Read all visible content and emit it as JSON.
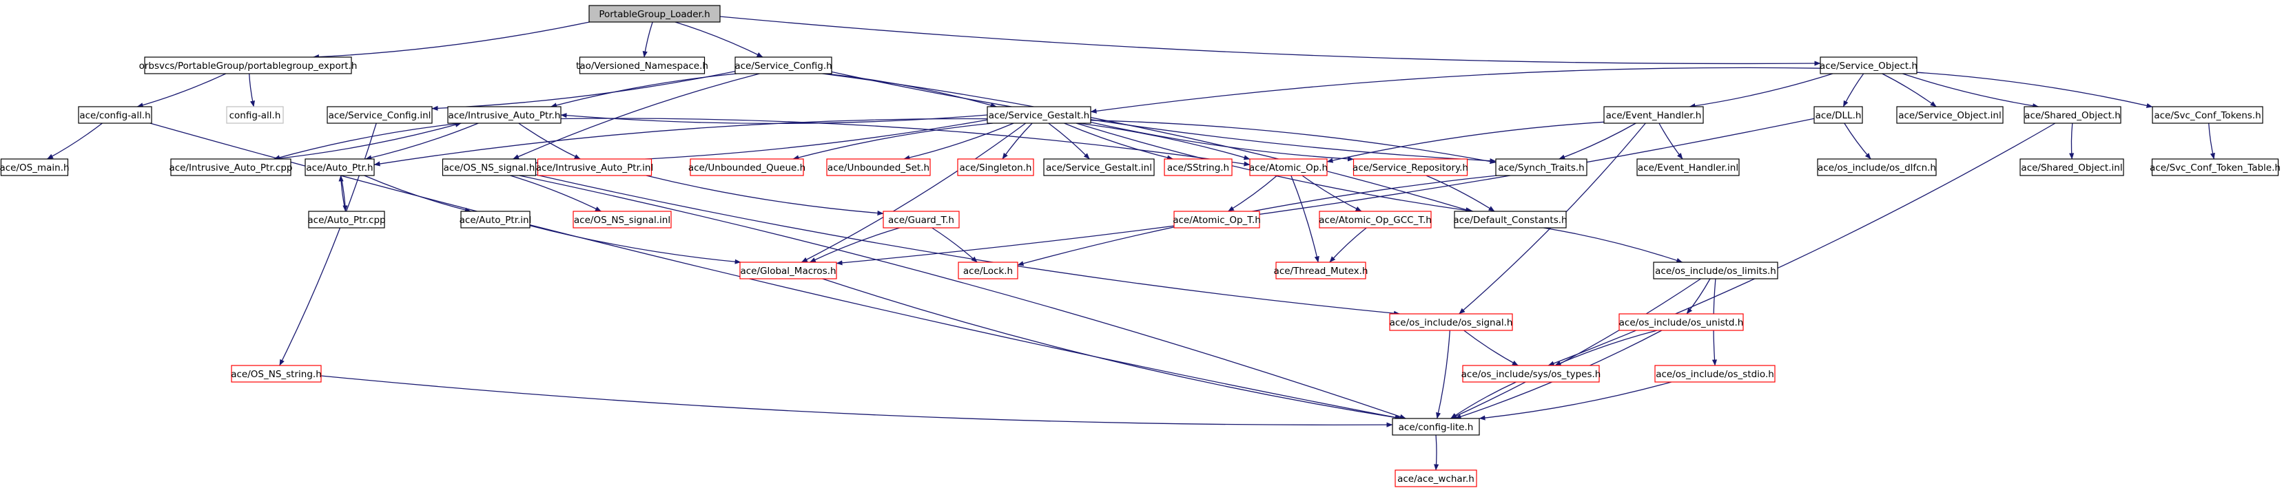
{
  "colors": {
    "edge": "#191970",
    "root_fill": "#bfbfbf",
    "border_normal": "#000000",
    "border_red": "#ff0000",
    "border_missing": "#bfbfbf",
    "text_missing": "#7f7f7f"
  },
  "nodes": {
    "root": {
      "label": "PortableGroup_Loader.h",
      "style": "root"
    },
    "pg_export": {
      "label": "orbsvcs/PortableGroup/portablegroup_export.h",
      "style": "normal"
    },
    "versioned_ns": {
      "label": "tao/Versioned_Namespace.h",
      "style": "normal"
    },
    "service_config_h": {
      "label": "ace/Service_Config.h",
      "style": "normal"
    },
    "service_object_h": {
      "label": "ace/Service_Object.h",
      "style": "normal"
    },
    "config_all_h": {
      "label": "ace/config-all.h",
      "style": "normal"
    },
    "config_all_h2": {
      "label": "config-all.h",
      "style": "missing"
    },
    "service_config_inl": {
      "label": "ace/Service_Config.inl",
      "style": "normal"
    },
    "intrusive_auto_ptr_h": {
      "label": "ace/Intrusive_Auto_Ptr.h",
      "style": "normal"
    },
    "service_gestalt_h": {
      "label": "ace/Service_Gestalt.h",
      "style": "normal"
    },
    "event_handler_h": {
      "label": "ace/Event_Handler.h",
      "style": "normal"
    },
    "dll_h": {
      "label": "ace/DLL.h",
      "style": "normal"
    },
    "service_object_inl": {
      "label": "ace/Service_Object.inl",
      "style": "normal"
    },
    "shared_object_h": {
      "label": "ace/Shared_Object.h",
      "style": "normal"
    },
    "svc_conf_tokens_h": {
      "label": "ace/Svc_Conf_Tokens.h",
      "style": "normal"
    },
    "os_main_h": {
      "label": "ace/OS_main.h",
      "style": "normal"
    },
    "intrusive_auto_ptr_cpp": {
      "label": "ace/Intrusive_Auto_Ptr.cpp",
      "style": "normal"
    },
    "auto_ptr_h": {
      "label": "ace/Auto_Ptr.h",
      "style": "normal"
    },
    "os_ns_signal_h": {
      "label": "ace/OS_NS_signal.h",
      "style": "normal"
    },
    "intrusive_auto_ptr_inl": {
      "label": "ace/Intrusive_Auto_Ptr.inl",
      "style": "red"
    },
    "unbounded_queue_h": {
      "label": "ace/Unbounded_Queue.h",
      "style": "red"
    },
    "unbounded_set_h": {
      "label": "ace/Unbounded_Set.h",
      "style": "red"
    },
    "singleton_h": {
      "label": "ace/Singleton.h",
      "style": "red"
    },
    "service_gestalt_inl": {
      "label": "ace/Service_Gestalt.inl",
      "style": "normal"
    },
    "sstring_h": {
      "label": "ace/SString.h",
      "style": "red"
    },
    "atomic_op_h": {
      "label": "ace/Atomic_Op.h",
      "style": "red"
    },
    "service_repository_h": {
      "label": "ace/Service_Repository.h",
      "style": "red"
    },
    "synch_traits_h": {
      "label": "ace/Synch_Traits.h",
      "style": "normal"
    },
    "event_handler_inl": {
      "label": "ace/Event_Handler.inl",
      "style": "normal"
    },
    "os_dlfcn_h": {
      "label": "ace/os_include/os_dlfcn.h",
      "style": "normal"
    },
    "shared_object_inl": {
      "label": "ace/Shared_Object.inl",
      "style": "normal"
    },
    "svc_conf_token_table_h": {
      "label": "ace/Svc_Conf_Token_Table.h",
      "style": "normal"
    },
    "auto_ptr_cpp": {
      "label": "ace/Auto_Ptr.cpp",
      "style": "normal"
    },
    "auto_ptr_inl": {
      "label": "ace/Auto_Ptr.inl",
      "style": "normal"
    },
    "os_ns_signal_inl": {
      "label": "ace/OS_NS_signal.inl",
      "style": "red"
    },
    "guard_t_h": {
      "label": "ace/Guard_T.h",
      "style": "red"
    },
    "atomic_op_t_h": {
      "label": "ace/Atomic_Op_T.h",
      "style": "red"
    },
    "atomic_op_gcc_t_h": {
      "label": "ace/Atomic_Op_GCC_T.h",
      "style": "red"
    },
    "default_constants_h": {
      "label": "ace/Default_Constants.h",
      "style": "normal"
    },
    "global_macros_h": {
      "label": "ace/Global_Macros.h",
      "style": "red"
    },
    "lock_h": {
      "label": "ace/Lock.h",
      "style": "red"
    },
    "thread_mutex_h": {
      "label": "ace/Thread_Mutex.h",
      "style": "red"
    },
    "os_limits_h": {
      "label": "ace/os_include/os_limits.h",
      "style": "normal"
    },
    "os_unistd_h": {
      "label": "ace/os_include/os_unistd.h",
      "style": "red"
    },
    "os_signal_h": {
      "label": "ace/os_include/os_signal.h",
      "style": "red"
    },
    "os_types_h": {
      "label": "ace/os_include/sys/os_types.h",
      "style": "red"
    },
    "os_stdio_h": {
      "label": "ace/os_include/os_stdio.h",
      "style": "red"
    },
    "os_ns_string_h": {
      "label": "ace/OS_NS_string.h",
      "style": "red"
    },
    "config_lite_h": {
      "label": "ace/config-lite.h",
      "style": "normal"
    },
    "ace_wchar_h": {
      "label": "ace/ace_wchar.h",
      "style": "red"
    }
  },
  "edges": [
    [
      "root",
      "pg_export"
    ],
    [
      "root",
      "versioned_ns"
    ],
    [
      "root",
      "service_config_h"
    ],
    [
      "root",
      "service_object_h"
    ],
    [
      "pg_export",
      "config_all_h"
    ],
    [
      "pg_export",
      "config_all_h2"
    ],
    [
      "config_all_h",
      "os_main_h"
    ],
    [
      "config_all_h",
      "config_lite_h"
    ],
    [
      "service_config_h",
      "service_config_inl"
    ],
    [
      "service_config_h",
      "intrusive_auto_ptr_h"
    ],
    [
      "service_config_h",
      "service_gestalt_h"
    ],
    [
      "service_config_h",
      "synch_traits_h"
    ],
    [
      "service_config_h",
      "default_constants_h"
    ],
    [
      "service_config_h",
      "os_ns_signal_h"
    ],
    [
      "service_config_inl",
      "os_ns_string_h"
    ],
    [
      "service_object_h",
      "service_gestalt_h"
    ],
    [
      "service_object_h",
      "event_handler_h"
    ],
    [
      "service_object_h",
      "dll_h"
    ],
    [
      "service_object_h",
      "service_object_inl"
    ],
    [
      "service_object_h",
      "shared_object_h"
    ],
    [
      "service_object_h",
      "svc_conf_tokens_h"
    ],
    [
      "intrusive_auto_ptr_h",
      "intrusive_auto_ptr_cpp"
    ],
    [
      "intrusive_auto_ptr_h",
      "auto_ptr_h"
    ],
    [
      "intrusive_auto_ptr_h",
      "intrusive_auto_ptr_inl"
    ],
    [
      "intrusive_auto_ptr_h",
      "atomic_op_h"
    ],
    [
      "intrusive_auto_ptr_cpp",
      "intrusive_auto_ptr_h"
    ],
    [
      "service_gestalt_h",
      "intrusive_auto_ptr_h"
    ],
    [
      "service_gestalt_h",
      "auto_ptr_h"
    ],
    [
      "service_gestalt_h",
      "os_ns_signal_h"
    ],
    [
      "service_gestalt_h",
      "unbounded_queue_h"
    ],
    [
      "service_gestalt_h",
      "unbounded_set_h"
    ],
    [
      "service_gestalt_h",
      "singleton_h"
    ],
    [
      "service_gestalt_h",
      "service_gestalt_inl"
    ],
    [
      "service_gestalt_h",
      "sstring_h"
    ],
    [
      "service_gestalt_h",
      "atomic_op_h"
    ],
    [
      "service_gestalt_h",
      "service_repository_h"
    ],
    [
      "service_gestalt_h",
      "synch_traits_h"
    ],
    [
      "service_gestalt_h",
      "default_constants_h"
    ],
    [
      "service_gestalt_h",
      "global_macros_h"
    ],
    [
      "event_handler_h",
      "atomic_op_h"
    ],
    [
      "event_handler_h",
      "synch_traits_h"
    ],
    [
      "event_handler_h",
      "event_handler_inl"
    ],
    [
      "event_handler_h",
      "os_signal_h"
    ],
    [
      "dll_h",
      "os_dlfcn_h"
    ],
    [
      "dll_h",
      "global_macros_h"
    ],
    [
      "shared_object_h",
      "shared_object_inl"
    ],
    [
      "shared_object_h",
      "os_types_h"
    ],
    [
      "svc_conf_tokens_h",
      "svc_conf_token_table_h"
    ],
    [
      "auto_ptr_h",
      "auto_ptr_cpp"
    ],
    [
      "auto_ptr_h",
      "auto_ptr_inl"
    ],
    [
      "auto_ptr_cpp",
      "auto_ptr_h"
    ],
    [
      "auto_ptr_inl",
      "global_macros_h"
    ],
    [
      "os_ns_signal_h",
      "os_ns_signal_inl"
    ],
    [
      "os_ns_signal_h",
      "os_signal_h"
    ],
    [
      "os_ns_signal_h",
      "config_lite_h"
    ],
    [
      "intrusive_auto_ptr_inl",
      "guard_t_h"
    ],
    [
      "guard_t_h",
      "lock_h"
    ],
    [
      "guard_t_h",
      "global_macros_h"
    ],
    [
      "atomic_op_h",
      "atomic_op_t_h"
    ],
    [
      "atomic_op_h",
      "atomic_op_gcc_t_h"
    ],
    [
      "atomic_op_h",
      "thread_mutex_h"
    ],
    [
      "atomic_op_gcc_t_h",
      "thread_mutex_h"
    ],
    [
      "service_repository_h",
      "default_constants_h"
    ],
    [
      "synch_traits_h",
      "lock_h"
    ],
    [
      "default_constants_h",
      "os_limits_h"
    ],
    [
      "global_macros_h",
      "config_lite_h"
    ],
    [
      "os_limits_h",
      "os_unistd_h"
    ],
    [
      "os_limits_h",
      "os_stdio_h"
    ],
    [
      "os_limits_h",
      "config_lite_h"
    ],
    [
      "os_unistd_h",
      "os_types_h"
    ],
    [
      "os_unistd_h",
      "config_lite_h"
    ],
    [
      "os_signal_h",
      "os_types_h"
    ],
    [
      "os_signal_h",
      "config_lite_h"
    ],
    [
      "os_types_h",
      "config_lite_h"
    ],
    [
      "os_stdio_h",
      "config_lite_h"
    ],
    [
      "os_ns_string_h",
      "config_lite_h"
    ],
    [
      "config_lite_h",
      "ace_wchar_h"
    ]
  ]
}
